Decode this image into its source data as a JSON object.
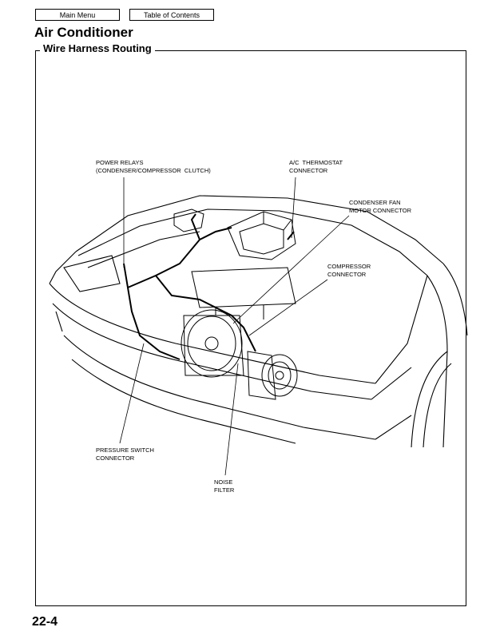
{
  "nav": {
    "main_menu": "Main Menu",
    "table_of_contents": "Table of Contents"
  },
  "header": {
    "title": "Air Conditioner"
  },
  "section": {
    "title": "Wire Harness Routing"
  },
  "callouts": {
    "power_relays": "POWER RELAYS\n(CONDENSER/COMPRESSOR  CLUTCH)",
    "ac_thermostat": "A/C  THERMOSTAT\nCONNECTOR",
    "condenser_fan": "CONDENSER FAN\nMOTOR CONNECTOR",
    "compressor": "COMPRESSOR\nCONNECTOR",
    "pressure_switch": "PRESSURE SWITCH\nCONNECTOR",
    "noise_filter": "NOISE\nFILTER"
  },
  "footer": {
    "page_number": "22-4"
  }
}
